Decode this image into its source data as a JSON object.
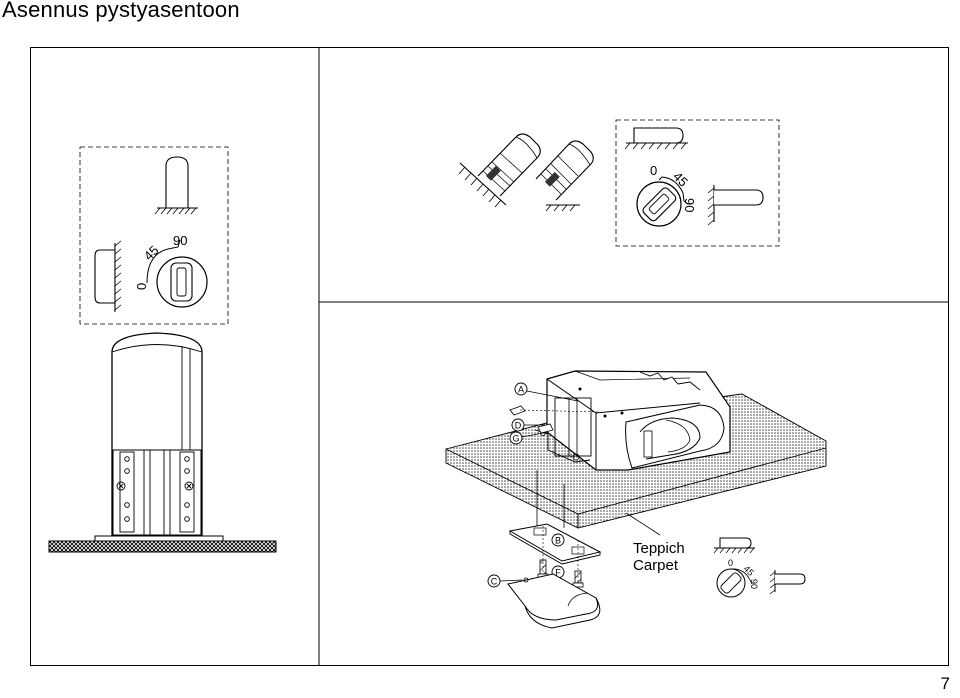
{
  "page": {
    "title": "Asennus pystyasentoon",
    "number": "7"
  },
  "left_panel": {
    "dial": {
      "label_0": "0",
      "label_45": "45",
      "label_90": "90"
    }
  },
  "top_right_panel": {
    "dial": {
      "label_0": "0",
      "label_45": "45",
      "label_90": "90"
    }
  },
  "bottom_right_panel": {
    "callouts": {
      "a": "A",
      "d": "D",
      "g": "G",
      "b": "B",
      "f": "F",
      "c": "C"
    },
    "carpet_label_de": "Teppich",
    "carpet_label_en": "Carpet",
    "dial": {
      "label_0": "0",
      "label_45": "45",
      "label_90": "90"
    }
  }
}
